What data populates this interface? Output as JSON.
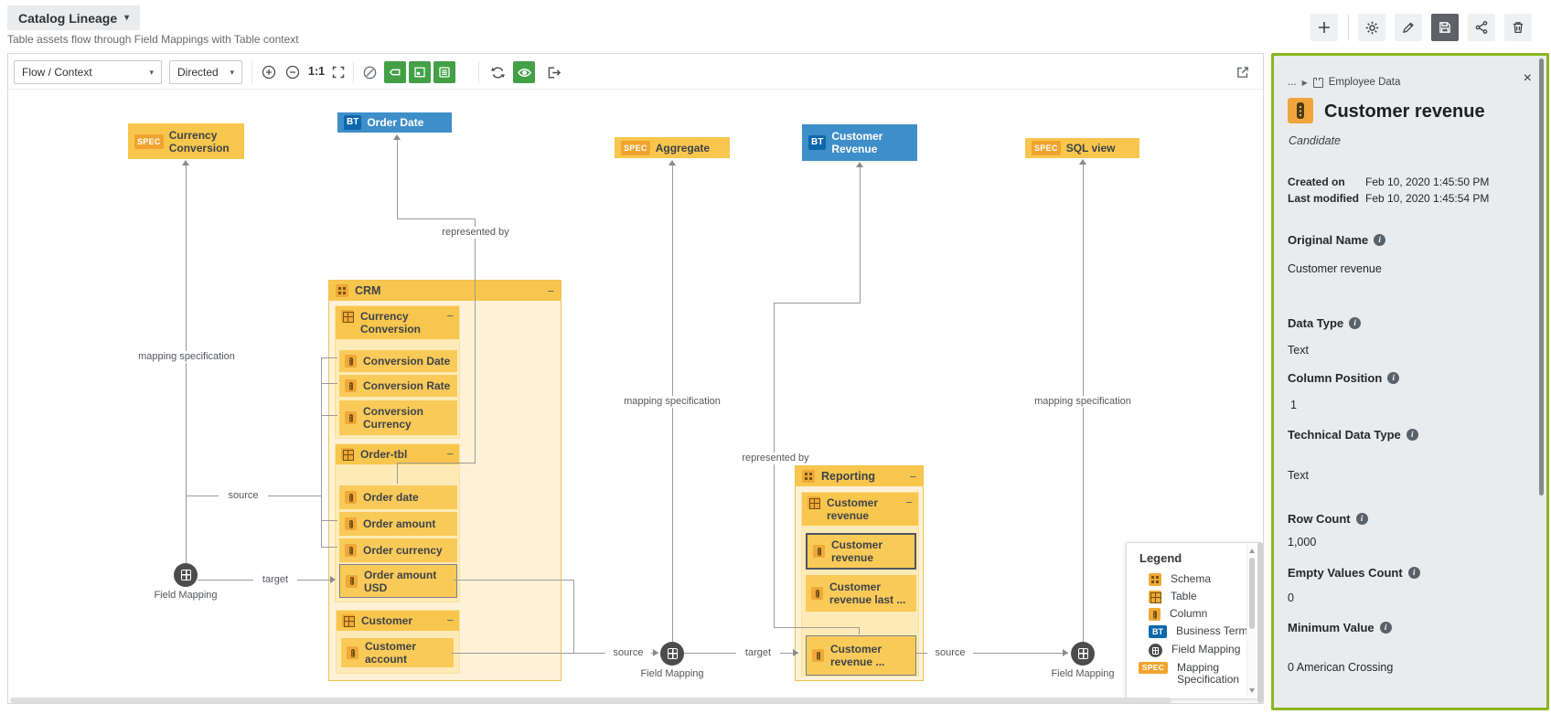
{
  "header": {
    "title": "Catalog Lineage",
    "subtitle": "Table assets flow through Field Mappings with Table context"
  },
  "toolbar": {
    "flow_dropdown": "Flow / Context",
    "direction_dropdown": "Directed",
    "zoom_level": "1:1"
  },
  "glyphs": {
    "caret": "▾",
    "collapse": "−",
    "close": "×",
    "ellipsis": "...",
    "crumb_arrow": "▶",
    "info": "i"
  },
  "diagram": {
    "badges": {
      "spec": "SPEC",
      "bt": "BT"
    },
    "spec_nodes": [
      {
        "label": "Currency Conversion"
      },
      {
        "label": "Aggregate"
      },
      {
        "label": "SQL view"
      }
    ],
    "bt_nodes": [
      {
        "label": "Order Date"
      },
      {
        "label": "Customer Revenue"
      }
    ],
    "schemas": [
      {
        "name": "CRM",
        "tables": [
          {
            "name": "Currency Conversion",
            "columns": [
              "Conversion Date",
              "Conversion Rate",
              "Conversion Currency"
            ]
          },
          {
            "name": "Order-tbl",
            "columns": [
              "Order date",
              "Order amount",
              "Order currency",
              "Order amount USD"
            ]
          },
          {
            "name": "Customer",
            "columns": [
              "Customer account"
            ]
          }
        ]
      },
      {
        "name": "Reporting",
        "tables": [
          {
            "name": "Customer revenue",
            "columns": [
              "Customer revenue",
              "Customer revenue last ...",
              "Customer revenue ..."
            ]
          }
        ]
      }
    ],
    "field_mapping_label": "Field Mapping",
    "edge_labels": {
      "mapping_specification": "mapping specification",
      "represented_by": "represented by",
      "source": "source",
      "target": "target"
    }
  },
  "legend": {
    "title": "Legend",
    "items": [
      {
        "icon": "schema-icon",
        "label": "Schema"
      },
      {
        "icon": "table-icon",
        "label": "Table"
      },
      {
        "icon": "column-icon",
        "label": "Column"
      },
      {
        "icon": "business-term-icon",
        "label": "Business Term"
      },
      {
        "icon": "field-mapping-icon",
        "label": "Field Mapping"
      },
      {
        "icon": "mapping-specification-icon",
        "label": "Mapping Specification"
      }
    ]
  },
  "panel": {
    "breadcrumb": {
      "parent": "Employee Data"
    },
    "title": "Customer revenue",
    "status": "Candidate",
    "meta": [
      {
        "label": "Created on",
        "value": "Feb 10, 2020 1:45:50 PM"
      },
      {
        "label": "Last modified",
        "value": "Feb 10, 2020 1:45:54 PM"
      }
    ],
    "fields": [
      {
        "label": "Original Name",
        "value": "Customer revenue"
      },
      {
        "label": "Data Type",
        "value": "Text"
      },
      {
        "label": "Column Position",
        "value": "1"
      },
      {
        "label": "Technical Data Type",
        "value": "Text"
      },
      {
        "label": "Row Count",
        "value": "1,000"
      },
      {
        "label": "Empty Values Count",
        "value": "0"
      },
      {
        "label": "Minimum Value",
        "value": "0 American Crossing"
      }
    ]
  },
  "colors": {
    "amber": "#f8c64d",
    "amber_badge": "#f0a42f",
    "blue": "#3e8ec9",
    "blue_badge": "#0c67ac",
    "accent_green": "#43a047",
    "panel_border": "#8ab51f",
    "edge_gray": "#9b9b9b"
  }
}
